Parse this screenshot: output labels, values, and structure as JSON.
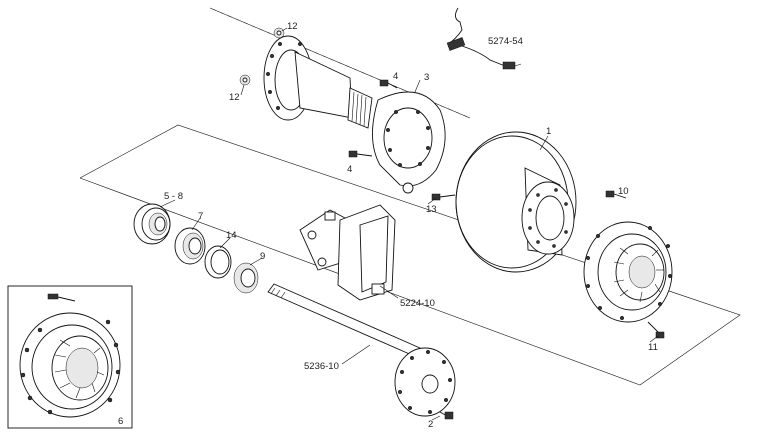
{
  "diagram": {
    "callouts": {
      "c1": "1",
      "c2": "2",
      "c3": "3",
      "c4a": "4",
      "c4b": "4",
      "c5_8": "5 - 8",
      "c6": "6",
      "c7": "7",
      "c9": "9",
      "c10": "10",
      "c11": "11",
      "c12a": "12",
      "c12b": "12",
      "c13": "13",
      "c14": "14",
      "c5224": "5224-10",
      "c5236": "5236-10",
      "c5274": "5274-54"
    }
  }
}
